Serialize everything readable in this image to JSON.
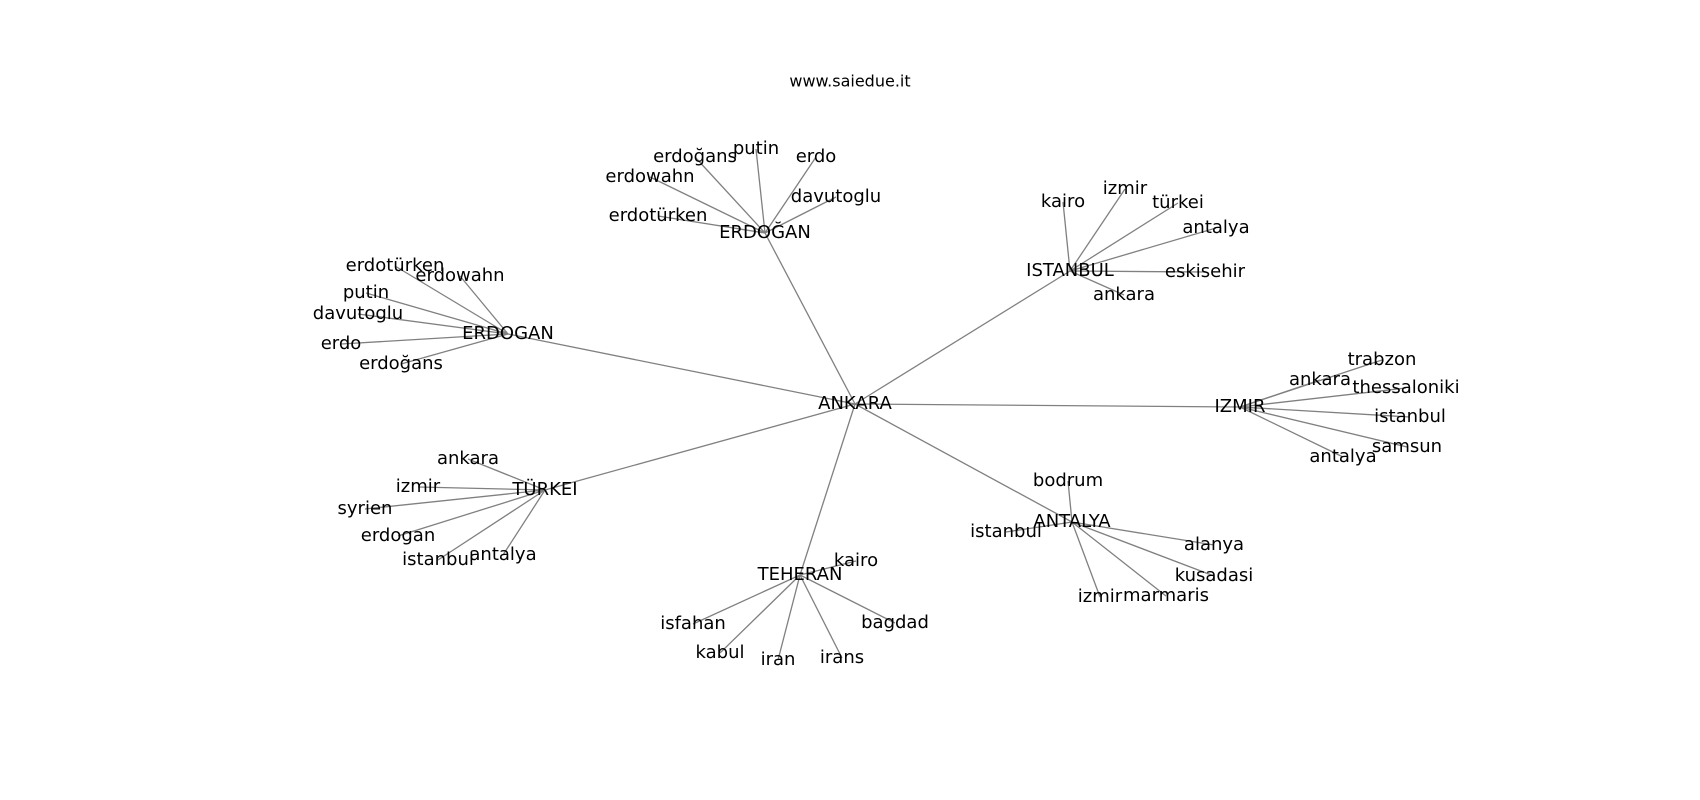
{
  "site": "www.saiedue.it",
  "graph": {
    "root": "ANKARA",
    "hubs": [
      {
        "label": "ERDOĞAN",
        "leaves": [
          "erdoğans",
          "putin",
          "erdo",
          "erdowahn",
          "davutoglu",
          "erdotürken"
        ]
      },
      {
        "label": "ISTANBUL",
        "leaves": [
          "kairo",
          "izmir",
          "türkei",
          "antalya",
          "eskisehir",
          "ankara"
        ]
      },
      {
        "label": "ERDOGAN",
        "leaves": [
          "erdotürken",
          "erdowahn",
          "putin",
          "davutoglu",
          "erdo",
          "erdoğans"
        ]
      },
      {
        "label": "IZMIR",
        "leaves": [
          "trabzon",
          "ankara",
          "thessaloniki",
          "istanbul",
          "samsun",
          "antalya"
        ]
      },
      {
        "label": "TÜRKEI",
        "leaves": [
          "ankara",
          "izmir",
          "syrien",
          "erdogan",
          "istanbul",
          "antalya"
        ]
      },
      {
        "label": "ANTALYA",
        "leaves": [
          "bodrum",
          "istanbul",
          "alanya",
          "kusadasi",
          "marmaris",
          "izmir"
        ]
      },
      {
        "label": "TEHERAN",
        "leaves": [
          "kairo",
          "isfahan",
          "bagdad",
          "kabul",
          "iran",
          "irans"
        ]
      }
    ]
  }
}
